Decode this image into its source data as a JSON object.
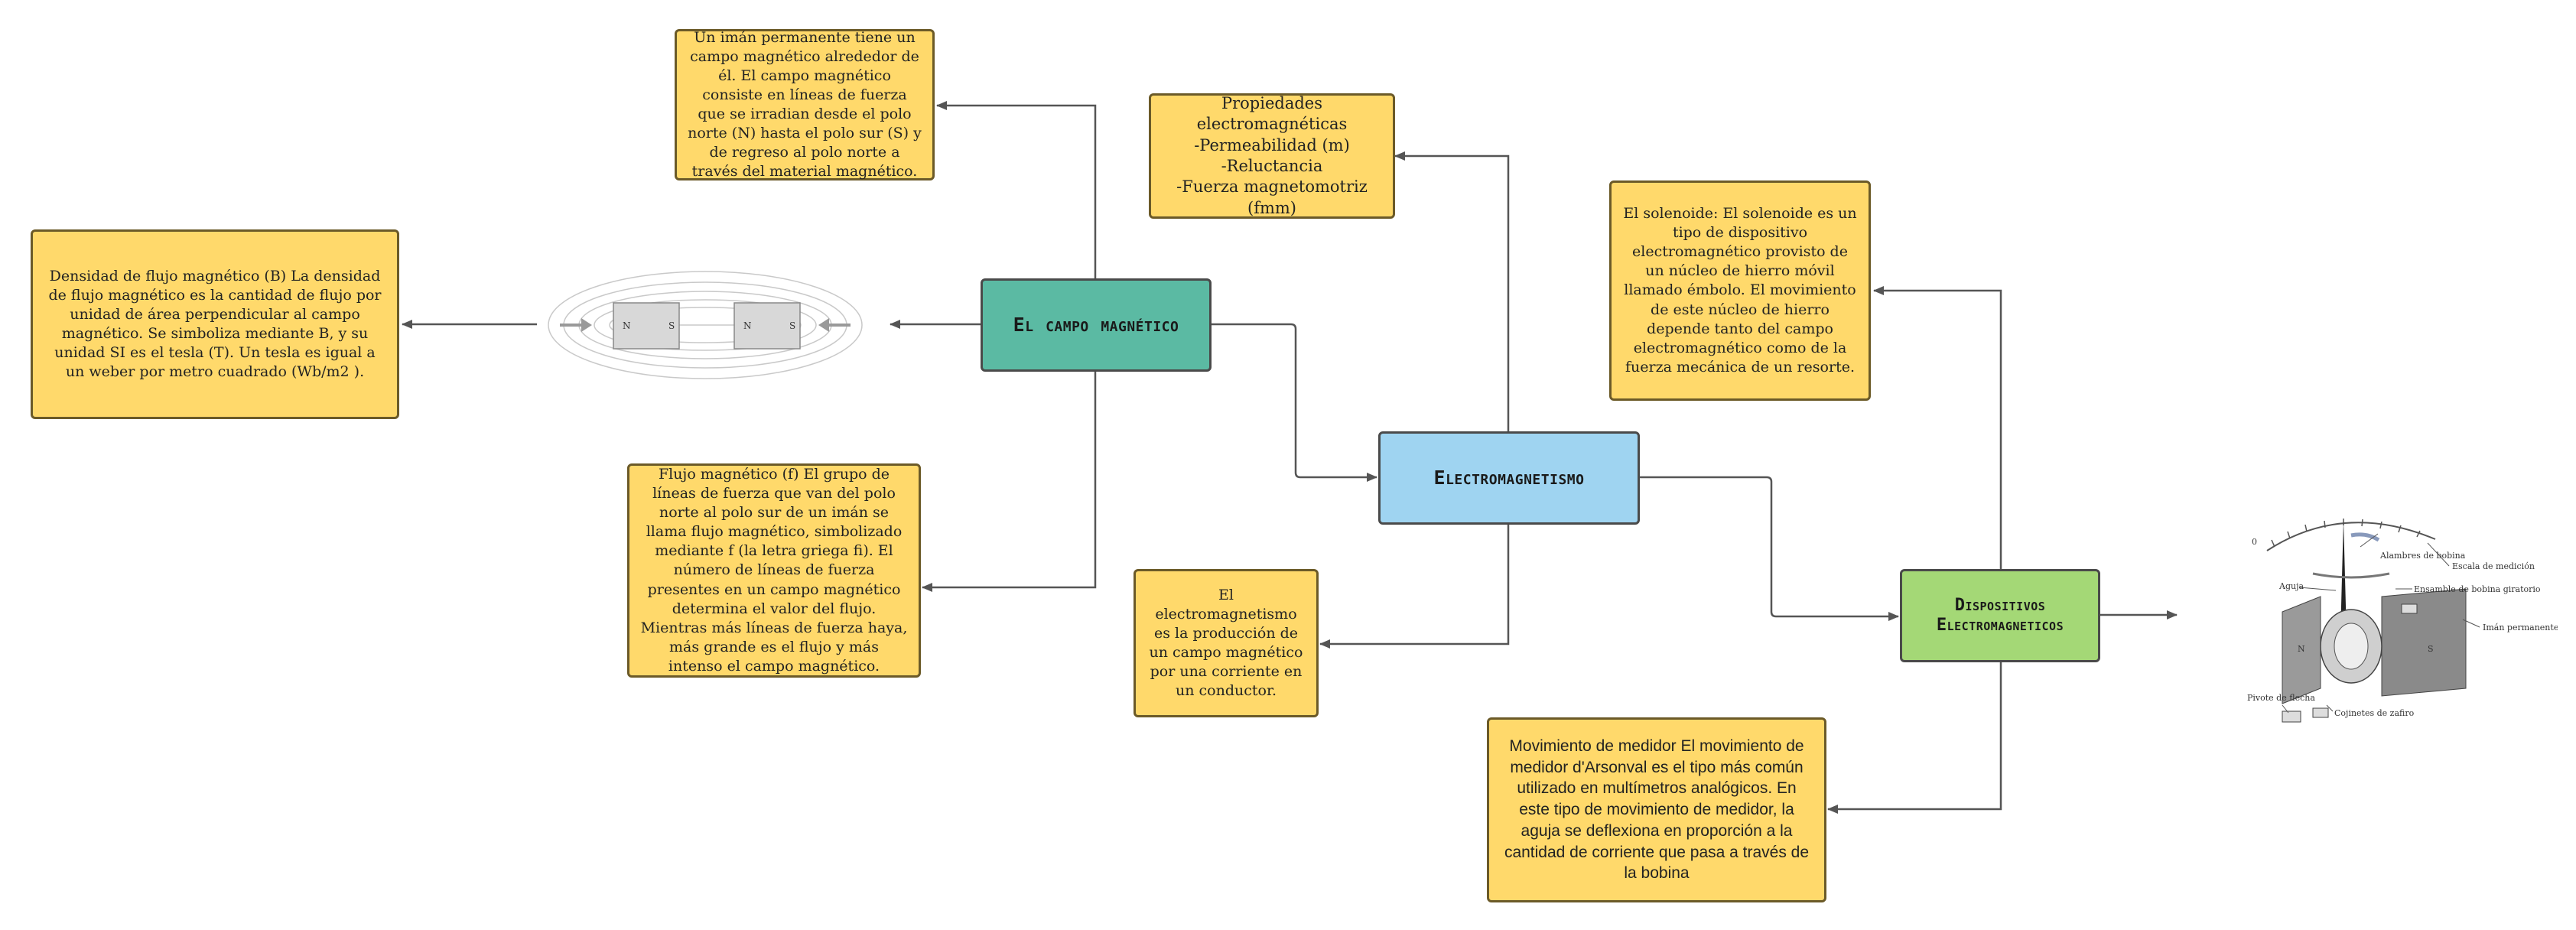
{
  "nodes": {
    "campo": "El campo magnético",
    "electro": "Electromagnetismo",
    "dispositivos": "Dispositivos Electromagneticos"
  },
  "notes": {
    "iman": "Un imán permanente tiene un campo magnético alrededor de él. El campo magnético consiste en líneas de fuerza que se irradian desde el polo norte (N) hasta el polo sur (S) y de regreso al polo norte a través del material magnético.",
    "densidad": "Densidad de flujo magnético (B) La densidad de flujo magnético es la cantidad de flujo por unidad de área perpendicular al campo magnético. Se simboliza mediante B, y su unidad SI es el tesla (T). Un tesla es igual a un weber por metro cuadrado (Wb/m2 ).",
    "flujo": "Flujo magnético (f) El grupo de líneas de fuerza que van del polo norte al polo sur de un imán se llama flujo magnético, simbolizado mediante f (la letra griega fi). El número de líneas de fuerza presentes en un campo magnético determina el valor del flujo. Mientras más líneas de fuerza haya, más grande es el flujo y más intenso el campo magnético.",
    "propiedades": [
      "Propiedades",
      "electromagnéticas",
      "-Permeabilidad (m)",
      "-Reluctancia",
      "-Fuerza magnetomotriz (fmm)"
    ],
    "definicion": "El electromagnetismo es la producción de un campo magnético por una corriente en un conductor.",
    "solenoide": "El solenoide: El solenoide es un tipo de dispositivo electromagnético provisto de un núcleo de hierro móvil llamado émbolo. El movimiento de este núcleo de hierro depende tanto del campo electromagnético como de la fuerza mecánica de un resorte.",
    "medidor": "Movimiento de medidor El movimiento de medidor d'Arsonval es el tipo más común utilizado en multímetros analógicos. En este tipo de movimiento de medidor, la aguja se deflexiona en proporción a la cantidad de corriente que pasa a través de la bobina"
  },
  "magnet_illustration": {
    "pole_n": "N",
    "pole_s": "S"
  },
  "meter_illustration": {
    "scale_zero": "0",
    "labels": [
      "Alambres de bobina",
      "Escala de medición",
      "Aguja",
      "Ensamble de bobina giratorio",
      "Imán permanente",
      "Pivote de flecha",
      "Cojinetes de zafiro"
    ],
    "pole_n": "N",
    "pole_s": "S"
  },
  "colors": {
    "note": "#ffd96b",
    "campo": "#5bbaa3",
    "electro": "#9fd4f1",
    "dispositivos": "#a4d876",
    "connector": "#555555"
  }
}
